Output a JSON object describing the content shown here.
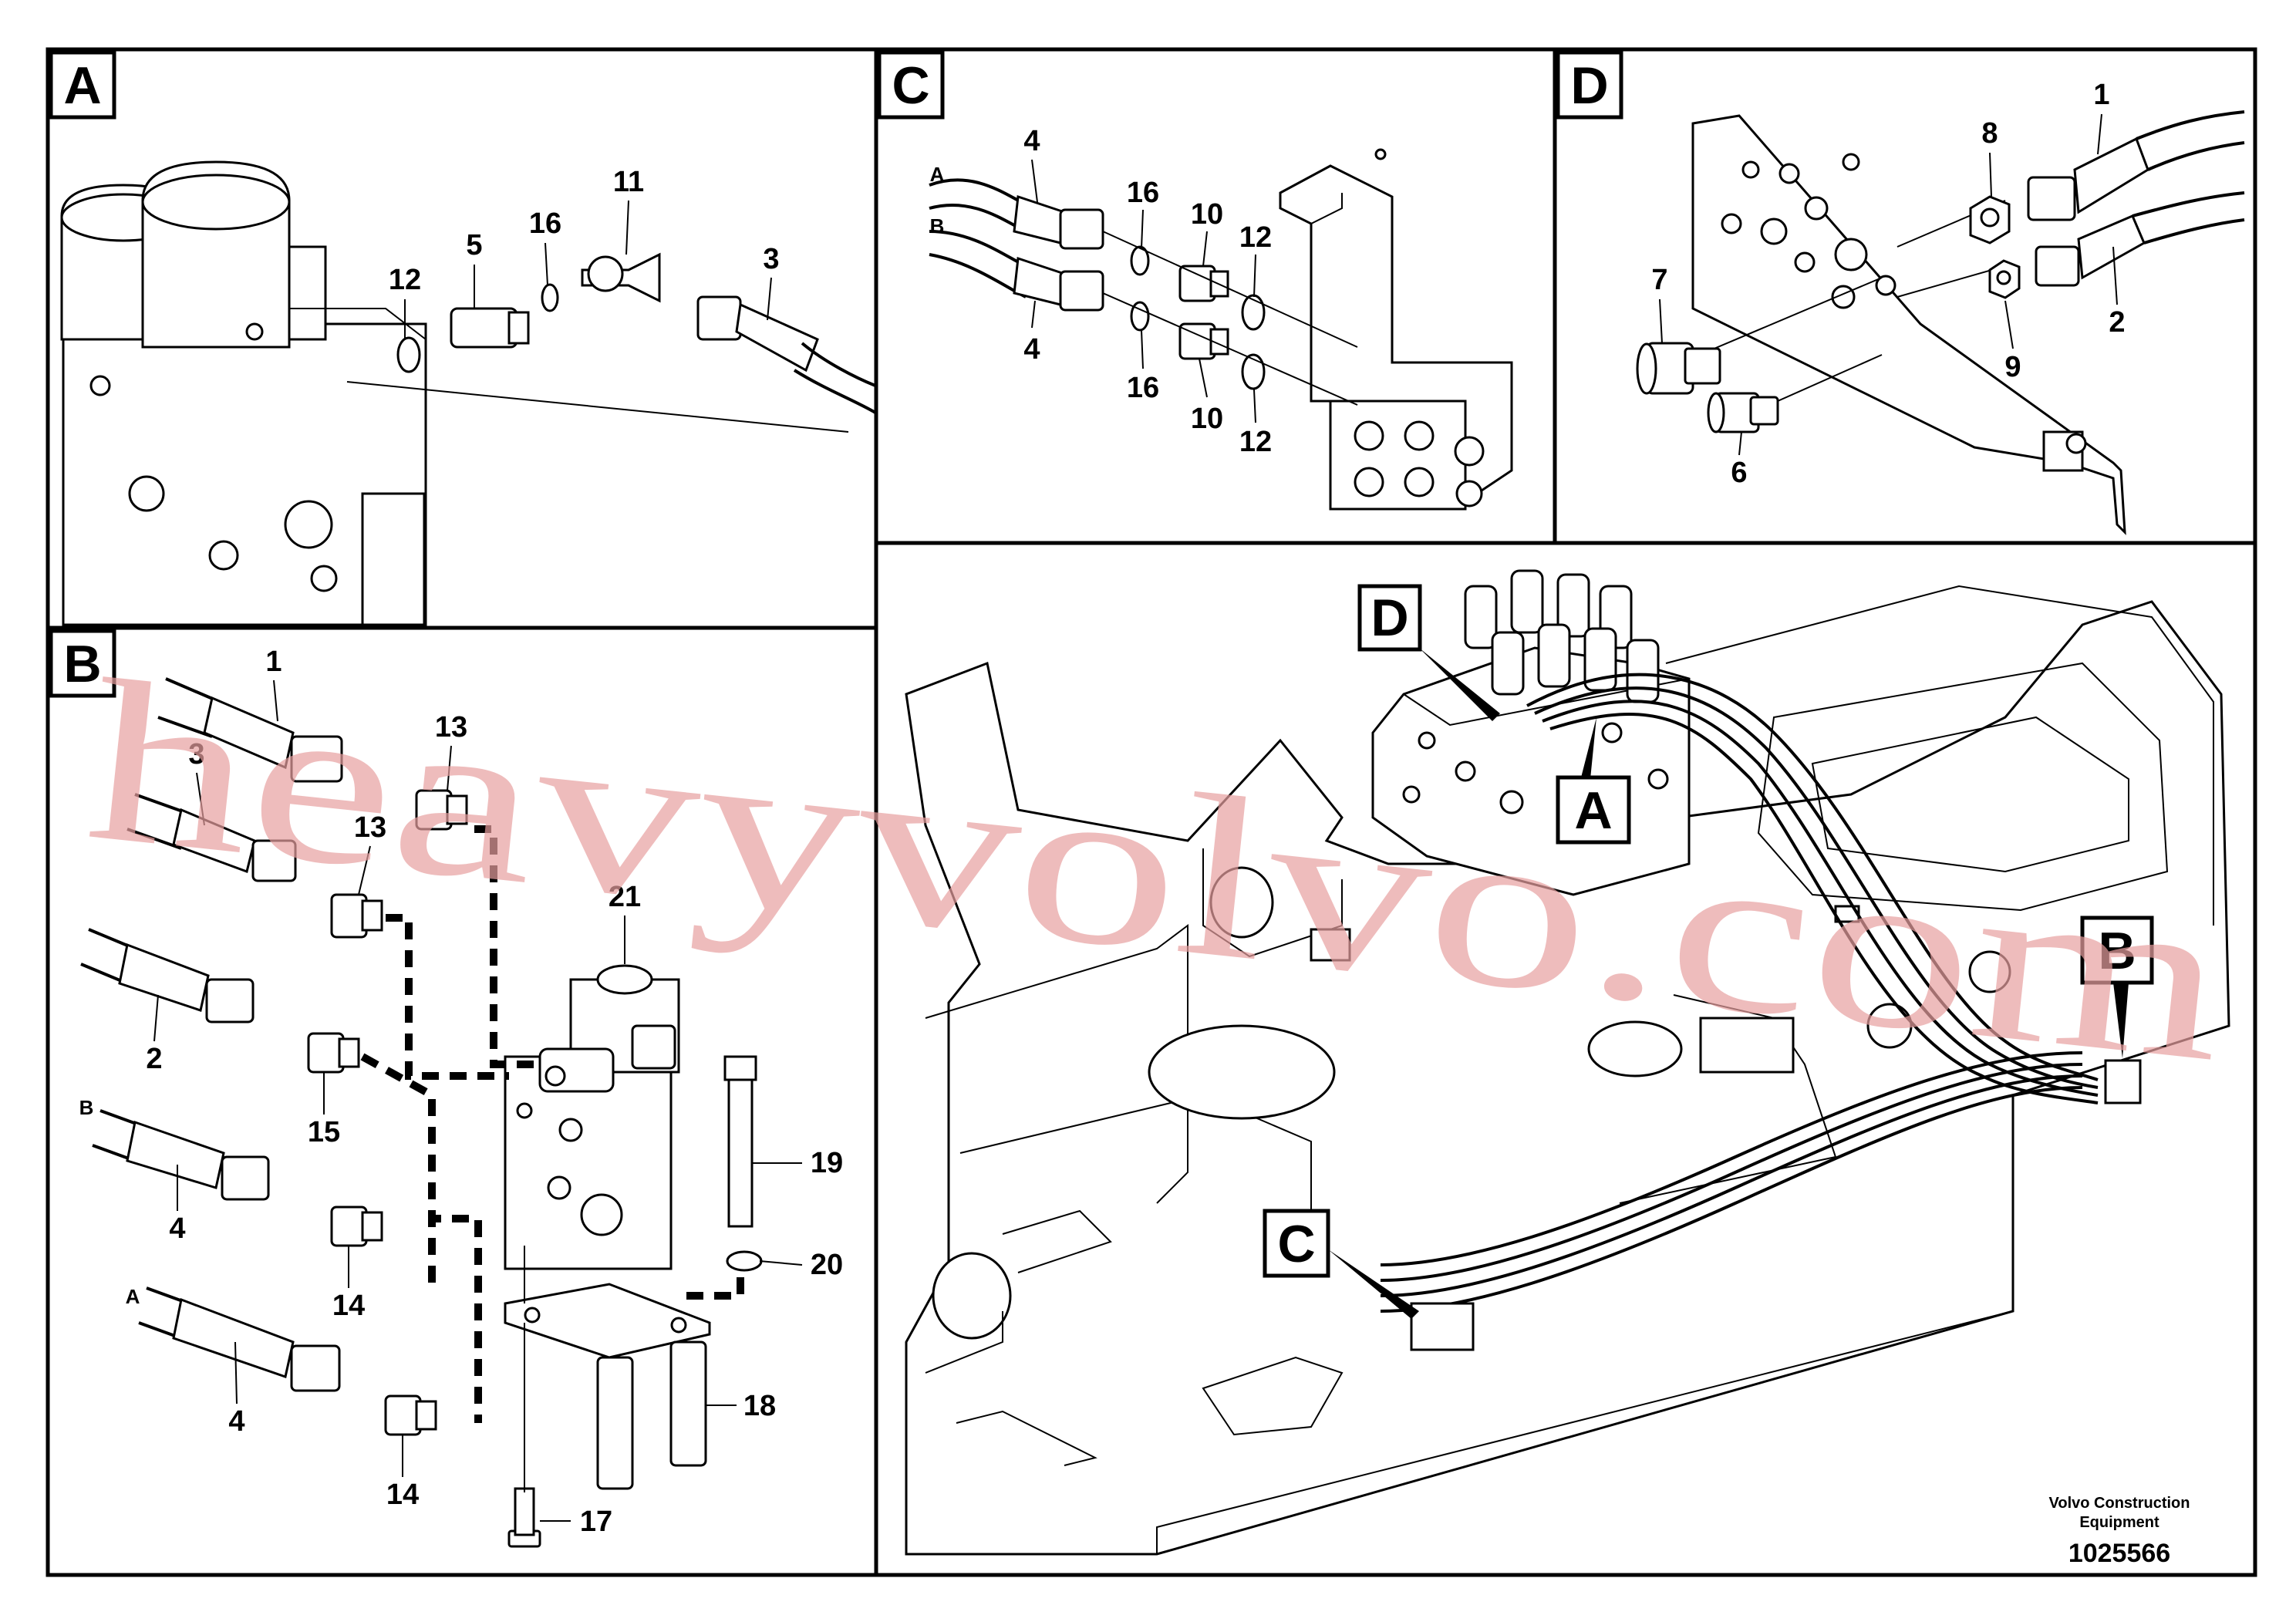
{
  "panels": {
    "a": {
      "tag": "A",
      "callouts": [
        "12",
        "5",
        "16",
        "11",
        "3"
      ]
    },
    "c": {
      "tag": "C",
      "callouts": [
        "4",
        "16",
        "10",
        "12",
        "4",
        "16",
        "10",
        "12"
      ],
      "port_labels": [
        "A",
        "B"
      ]
    },
    "d": {
      "tag": "D",
      "callouts": [
        "8",
        "1",
        "7",
        "9",
        "2",
        "6"
      ]
    },
    "b": {
      "tag": "B",
      "callouts": [
        "1",
        "13",
        "3",
        "13",
        "21",
        "2",
        "15",
        "4",
        "14",
        "4",
        "14",
        "19",
        "20",
        "18",
        "17"
      ],
      "port_labels": [
        "B",
        "A"
      ]
    },
    "overview": {
      "tags": [
        "D",
        "A",
        "B",
        "C"
      ]
    }
  },
  "watermark": "heavyvolvo.com",
  "footer": {
    "brand": "Volvo Construction",
    "brand2": "Equipment",
    "doc_number": "1025566"
  }
}
